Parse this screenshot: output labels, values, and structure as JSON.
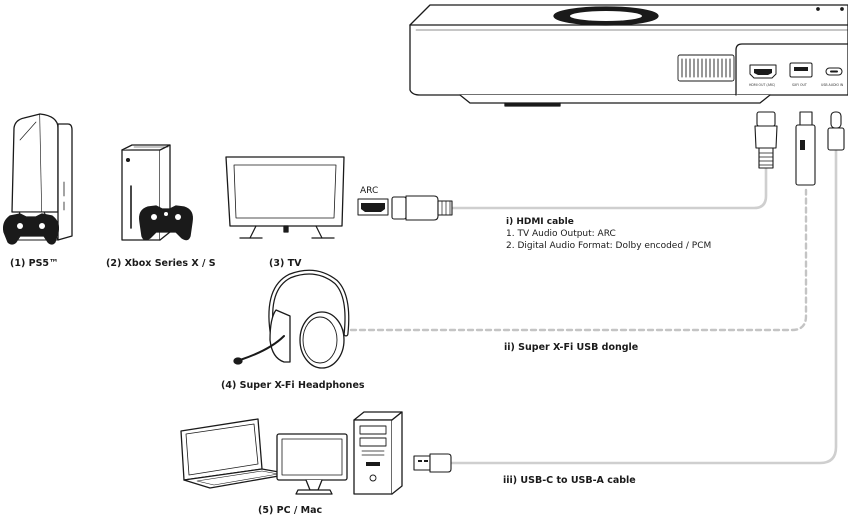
{
  "devices": {
    "ps5": "(1) PS5™",
    "xbox": "(2) Xbox Series X / S",
    "tv": "(3) TV",
    "headphones": "(4) Super X-Fi Headphones",
    "pc": "(5) PC / Mac"
  },
  "tv_port_label": "ARC",
  "device_ports": {
    "hdmi_out": "HDMI OUT (ARC)",
    "sxfi_out": "SXFI OUT",
    "usb_audio_in": "USB AUDIO IN"
  },
  "connections": {
    "hdmi": {
      "title": "i) HDMI cable",
      "lines": [
        "1. TV Audio Output: ARC",
        "2. Digital Audio Format: Dolby encoded / PCM"
      ]
    },
    "dongle": {
      "title": "ii) Super X-Fi USB dongle"
    },
    "usb": {
      "title": "iii) USB-C to USB-A cable"
    }
  },
  "colors": {
    "stroke": "#1a1a1a",
    "cable": "#cfcfcf",
    "dashed_cable": "#c4c4c4"
  }
}
